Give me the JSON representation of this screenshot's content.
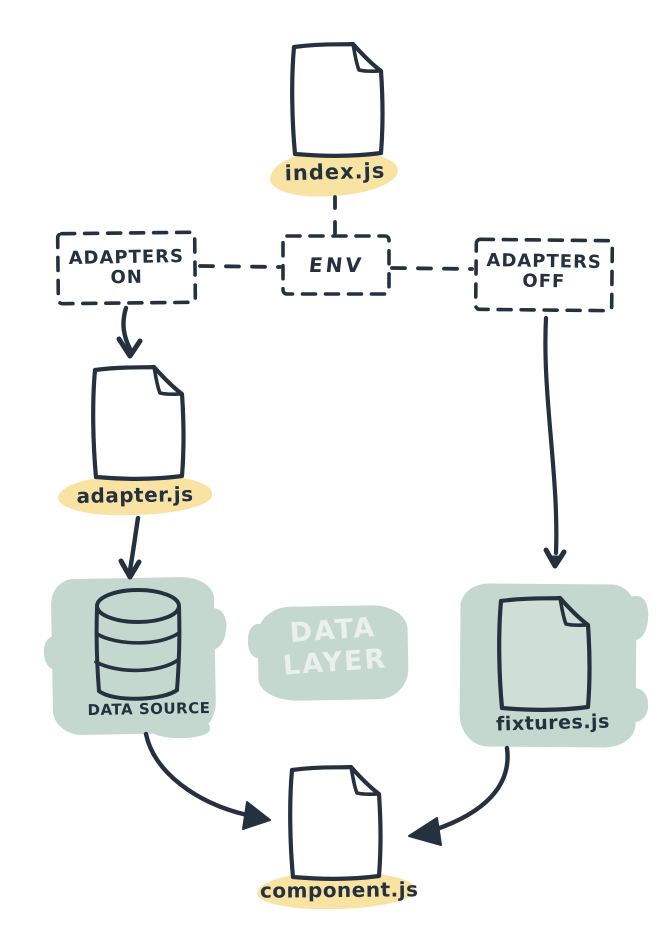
{
  "colors": {
    "ink": "#25313e",
    "paper": "#ffffff",
    "yellow": "#f8e3a3",
    "teal": "#c4d8d0",
    "teal_paper": "#cfded7",
    "white_text": "#e9f0ed"
  },
  "nodes": {
    "index_file": {
      "label": "index.js",
      "icon": "file-icon"
    },
    "adapters_on": {
      "line1": "Adapters",
      "line2": "on"
    },
    "env": {
      "label": "ENV"
    },
    "adapters_off": {
      "line1": "Adapters",
      "line2": "off"
    },
    "adapter_file": {
      "label": "adapter.js",
      "icon": "file-icon"
    },
    "data_source": {
      "label": "Data source",
      "icon": "database-icon"
    },
    "data_layer": {
      "line1": "Data",
      "line2": "Layer"
    },
    "fixtures_file": {
      "label": "fixtures.js",
      "icon": "file-icon"
    },
    "component_file": {
      "label": "component.js",
      "icon": "file-icon"
    }
  },
  "edges": {
    "index_to_env": "dashed",
    "env_to_adapters_on": "dashed",
    "env_to_adapters_off": "dashed",
    "adapters_on_to_adapter": "arrow",
    "adapter_to_data_source": "arrow",
    "adapters_off_to_fixtures": "arrow",
    "data_source_to_component": "arrow",
    "fixtures_to_component": "arrow"
  }
}
